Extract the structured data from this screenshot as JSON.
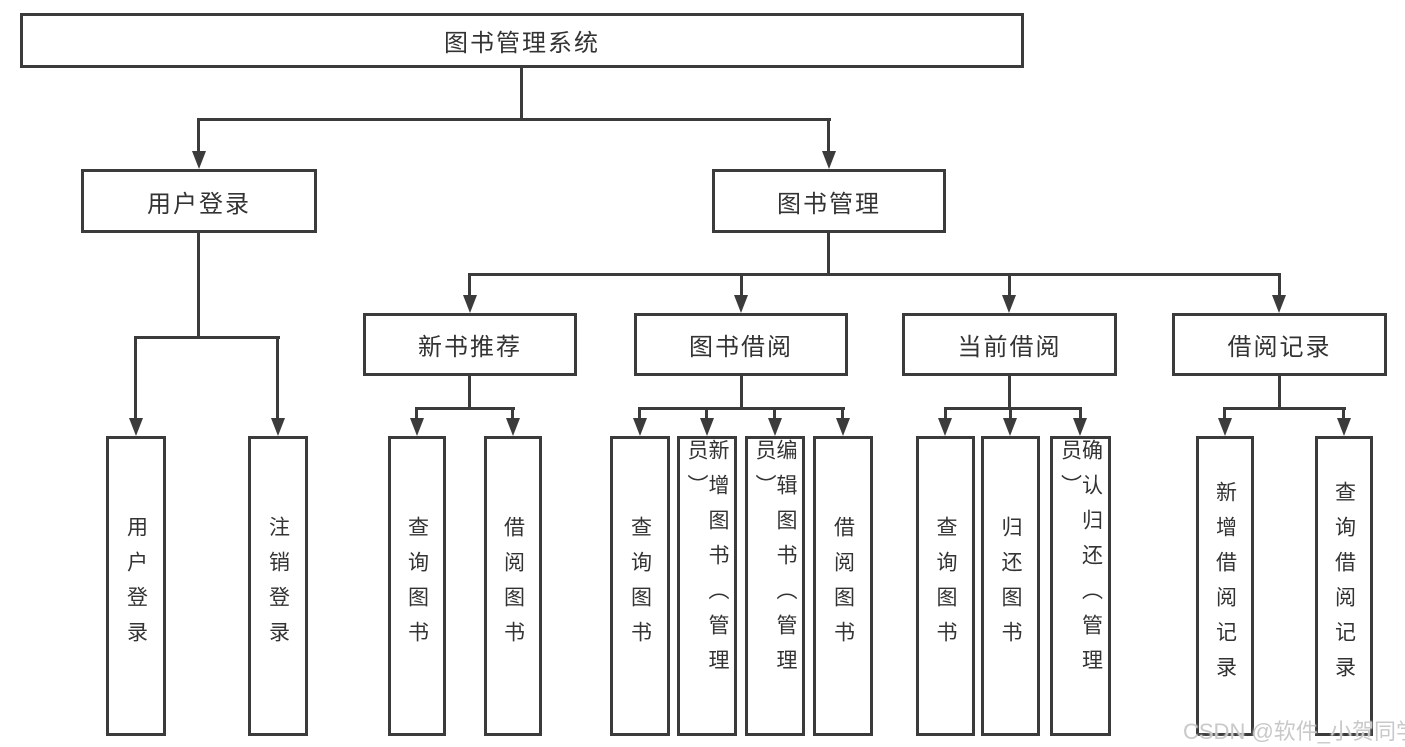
{
  "colors": {
    "line": "#3b3b3b",
    "text": "#333333",
    "background": "#ffffff",
    "watermark": "#c9c9c9"
  },
  "watermark": {
    "text": "CSDN @软件_小贺同学"
  },
  "tree": {
    "label": "图书管理系统",
    "children": [
      {
        "label": "用户登录",
        "children": [
          {
            "label": "用户登录"
          },
          {
            "label": "注销登录"
          }
        ]
      },
      {
        "label": "图书管理",
        "children": [
          {
            "label": "新书推荐",
            "children": [
              {
                "label": "查询图书"
              },
              {
                "label": "借阅图书"
              }
            ]
          },
          {
            "label": "图书借阅",
            "children": [
              {
                "label": "查询图书"
              },
              {
                "label": "新增图书（管理员）"
              },
              {
                "label": "编辑图书（管理员）"
              },
              {
                "label": "借阅图书"
              }
            ]
          },
          {
            "label": "当前借阅",
            "children": [
              {
                "label": "查询图书"
              },
              {
                "label": "归还图书"
              },
              {
                "label": "确认归还（管理员）"
              }
            ]
          },
          {
            "label": "借阅记录",
            "children": [
              {
                "label": "新增借阅记录"
              },
              {
                "label": "查询借阅记录"
              }
            ]
          }
        ]
      }
    ]
  }
}
